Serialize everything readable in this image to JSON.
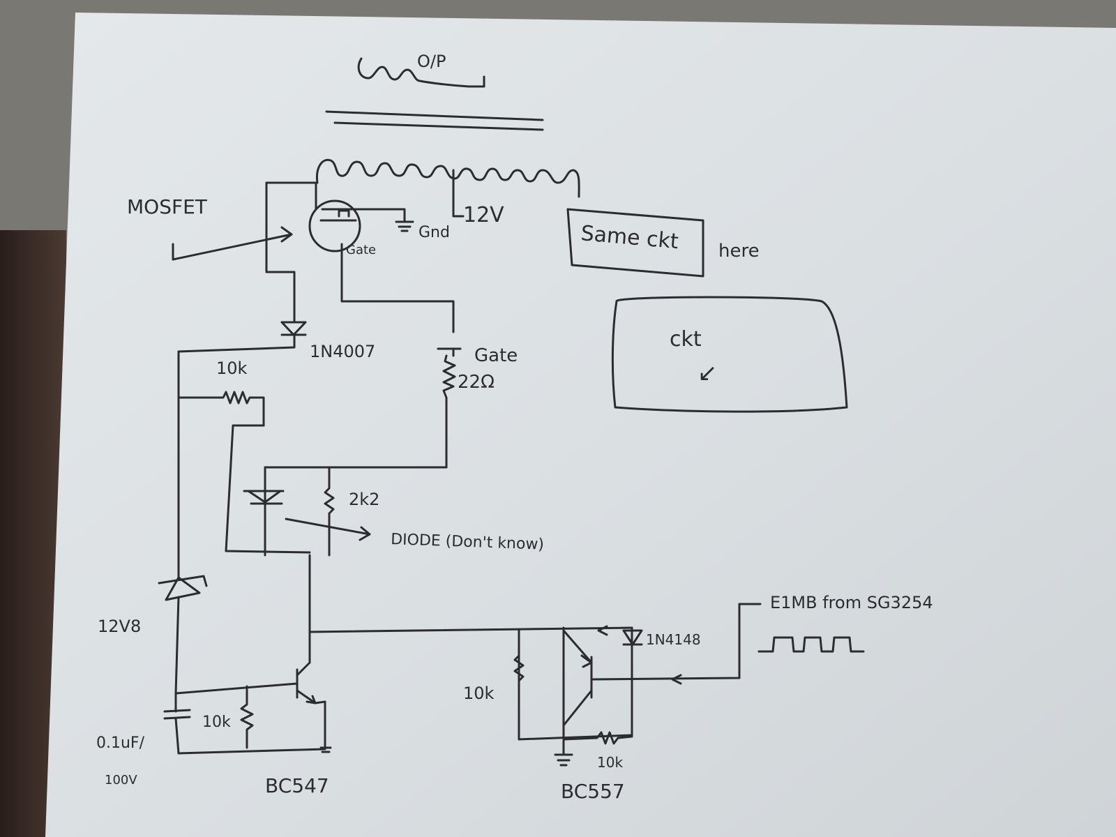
{
  "title": "Hand-drawn MOSFET gate driver schematic",
  "transformer": {
    "output_label": "O/P",
    "supply_label": "12V"
  },
  "mosfet": {
    "label": "MOSFET",
    "gnd_label": "Gnd",
    "gate_label": "Gate"
  },
  "side_notes": {
    "same_ckt_box": "Same ckt",
    "same_ckt_suffix": "here",
    "ckt_box": "ckt",
    "ckt_arrow": "↙"
  },
  "components": {
    "diode_1n4007": "1N4007",
    "gate_label": "Gate",
    "resistor_22": "22Ω",
    "resistor_10k_top": "10k",
    "resistor_2k2": "2k2",
    "diode_unknown": "DIODE (Don't know)",
    "zener_label": "12V8",
    "cap_label_1": "0.1uF/",
    "cap_label_2": "100V",
    "resistor_10k_bc547": "10k",
    "bc547_label": "BC547",
    "resistor_10k_bc557": "10k",
    "resistor_10k_bottom": "10k",
    "diode_1n4148": "1N4148",
    "bc557_label": "BC557",
    "input_label": "E1MB from SG3254"
  },
  "colors": {
    "paper": "#dfe3e6",
    "ink": "#2a2c30",
    "background": "#6e6c68"
  }
}
